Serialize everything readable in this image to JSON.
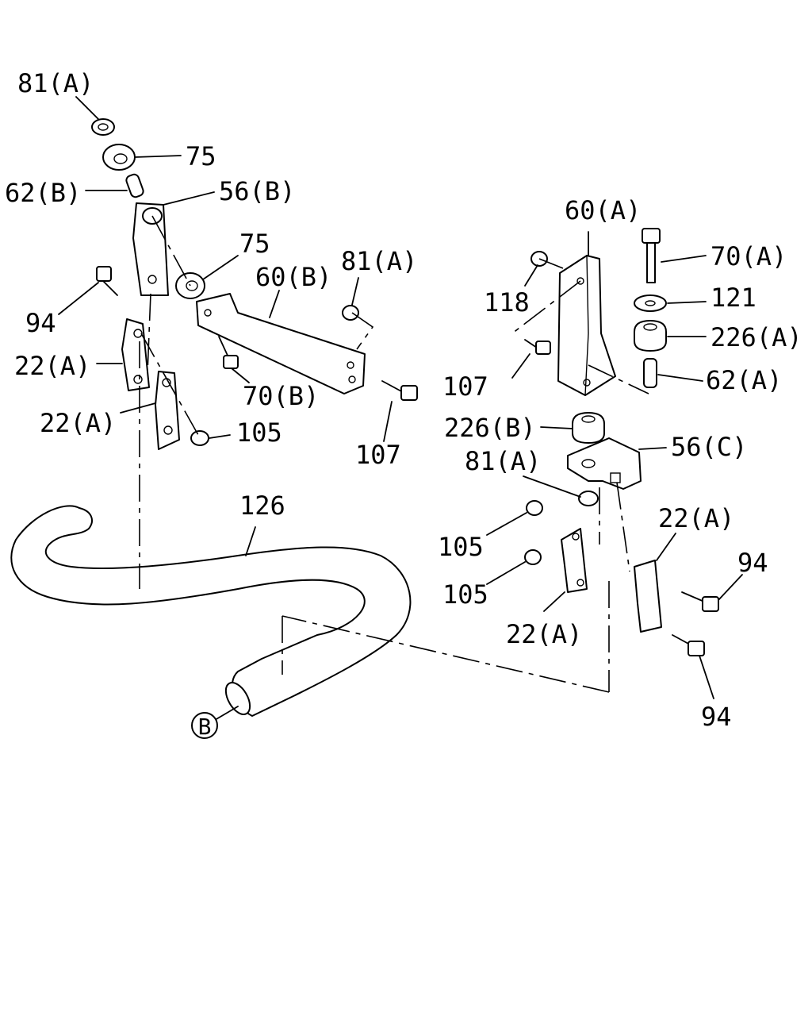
{
  "labels": {
    "l81a_top": "81(A)",
    "l75_top": "75",
    "l62b": "62(B)",
    "l56b": "56(B)",
    "l75_mid": "75",
    "l94_left": "94",
    "l22a_l1": "22(A)",
    "l22a_l2": "22(A)",
    "l60b": "60(B)",
    "l81a_mid": "81(A)",
    "l70b": "70(B)",
    "l105_left": "105",
    "l107_left": "107",
    "l126": "126",
    "lB": "B",
    "l60a": "60(A)",
    "l118": "118",
    "l107_right": "107",
    "l70a": "70(A)",
    "l121": "121",
    "l226a": "226(A)",
    "l62a": "62(A)",
    "l226b": "226(B)",
    "l56c": "56(C)",
    "l81a_right": "81(A)",
    "l22a_r1": "22(A)",
    "l105_r1": "105",
    "l105_r2": "105",
    "l22a_r2": "22(A)",
    "l94_r1": "94",
    "l94_r2": "94"
  }
}
